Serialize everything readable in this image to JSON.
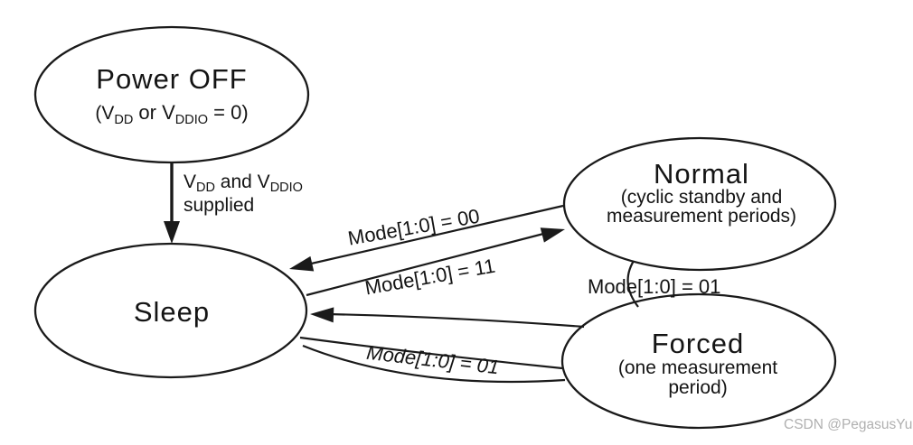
{
  "diagram": {
    "states": {
      "power_off": {
        "title": "Power OFF",
        "cond_open": "(V",
        "cond_sub1": "DD",
        "cond_mid": " or V",
        "cond_sub2": "DDIO",
        "cond_close": " = 0)"
      },
      "sleep": {
        "title": "Sleep"
      },
      "normal": {
        "title": "Normal",
        "subtitle1": "(cyclic standby and",
        "subtitle2": "measurement periods)"
      },
      "forced": {
        "title": "Forced",
        "subtitle1": "(one measurement",
        "subtitle2": "period)"
      }
    },
    "transitions": {
      "power_supply_main": "V",
      "power_supply_sub1": "DD",
      "power_supply_mid": " and V",
      "power_supply_sub2": "DDIO",
      "power_supply_line2": "supplied",
      "normal_to_sleep_label": "Mode[1:0] = 00",
      "sleep_to_normal_label": "Mode[1:0] = 11",
      "normal_to_forced_label": "Mode[1:0] = 01",
      "sleep_to_forced_label": "Mode[1:0] = 01"
    },
    "watermark": "CSDN @PegasusYu",
    "colors": {
      "line": "#1a1a1a",
      "text": "#141414",
      "watermark": "#b0b0b0",
      "background": "#ffffff"
    }
  }
}
